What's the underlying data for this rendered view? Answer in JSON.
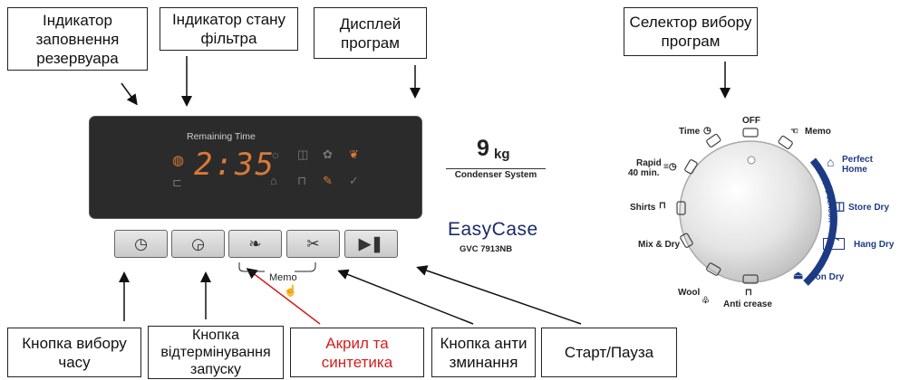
{
  "callouts": {
    "tank": "Індикатор заповнення резервуара",
    "filter": "Індикатор стану фільтра",
    "display": "Дисплей програм",
    "selector": "Селектор вибору програм",
    "time_btn": "Кнопка вибору часу",
    "delay_btn": "Кнопка відтермінування запуску",
    "synthetics": "Акрил та синтетика",
    "anticrease": "Кнопка анти зминання",
    "start": "Старт/Пауза"
  },
  "display": {
    "remaining_label": "Remaining Time",
    "digits": "2:35"
  },
  "buttons": {
    "memo_label": "Memo"
  },
  "brand": {
    "capacity_number": "9",
    "capacity_unit": "kg",
    "system": "Condenser System",
    "logo": "EasyCase",
    "model": "GVC 7913NB"
  },
  "dial": {
    "off": "OFF",
    "time": "Time",
    "memo": "Memo",
    "rapid_line1": "Rapid",
    "rapid_line2": "40 min.",
    "shirts": "Shirts",
    "mix": "Mix & Dry",
    "wool": "Wool",
    "anti": "Anti crease",
    "perfect_line1": "Perfect",
    "perfect_line2": "Home",
    "store": "Store Dry",
    "hang": "Hang Dry",
    "iron": "Iron Dry",
    "auto_sensor": "AUTO SENSOR"
  },
  "colors": {
    "sensor_blue": "#1d3b85",
    "display_orange": "#d97a36",
    "highlight_red": "#d21f1f"
  }
}
